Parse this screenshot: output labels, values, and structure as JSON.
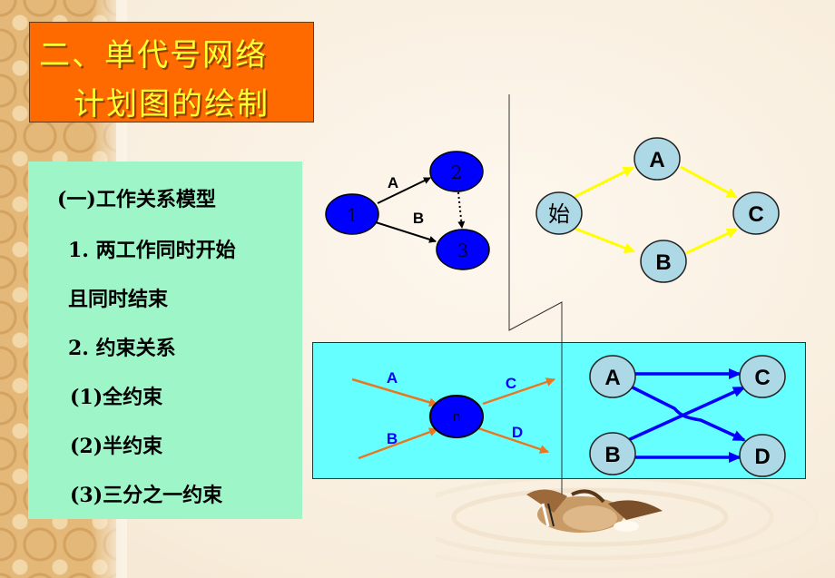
{
  "slide": {
    "title": {
      "line1": "二、单代号网络",
      "line2": "计划图的绘制"
    },
    "outline": {
      "heading": "(一)工作关系模型",
      "items": [
        {
          "label": "1. 两工作同时开始"
        },
        {
          "label": "且同时结束"
        },
        {
          "label": "2. 约束关系"
        },
        {
          "label": "(1)全约束"
        },
        {
          "label": "(2)半约束"
        },
        {
          "label": "(3)三分之一约束"
        }
      ]
    },
    "diagram_aoa": {
      "nodes": [
        {
          "id": "1",
          "label": "1"
        },
        {
          "id": "2",
          "label": "2"
        },
        {
          "id": "3",
          "label": "3"
        }
      ],
      "edges": [
        {
          "from": "1",
          "to": "2",
          "label": "A",
          "style": "solid"
        },
        {
          "from": "1",
          "to": "3",
          "label": "B",
          "style": "solid"
        },
        {
          "from": "2",
          "to": "3",
          "label": "",
          "style": "dotted"
        }
      ],
      "node_color": "#0000ff"
    },
    "diagram_aon": {
      "nodes": [
        {
          "id": "start",
          "label": "始"
        },
        {
          "id": "A",
          "label": "A"
        },
        {
          "id": "B",
          "label": "B"
        },
        {
          "id": "C",
          "label": "C"
        }
      ],
      "edges": [
        {
          "from": "start",
          "to": "A"
        },
        {
          "from": "start",
          "to": "B"
        },
        {
          "from": "A",
          "to": "C"
        },
        {
          "from": "B",
          "to": "C"
        }
      ],
      "node_color": "#add8e6",
      "edge_color": "#ffff00"
    },
    "diagram_constraint_aoa": {
      "node_label": "n",
      "incoming": [
        "A",
        "B"
      ],
      "outgoing": [
        "C",
        "D"
      ],
      "arrow_color": "#e87722",
      "label_color": "#0000ff"
    },
    "diagram_constraint_aon": {
      "nodes": [
        {
          "id": "A",
          "label": "A"
        },
        {
          "id": "B",
          "label": "B"
        },
        {
          "id": "C",
          "label": "C"
        },
        {
          "id": "D",
          "label": "D"
        }
      ],
      "edges": [
        {
          "from": "A",
          "to": "C"
        },
        {
          "from": "A",
          "to": "D"
        },
        {
          "from": "B",
          "to": "C"
        },
        {
          "from": "B",
          "to": "D"
        }
      ],
      "edge_color": "#0000ff"
    },
    "colors": {
      "title_bg": "#ff6a00",
      "title_text": "#ffff33",
      "panel_bg": "#9ef5c8",
      "cyan_box": "#66ffff"
    }
  }
}
